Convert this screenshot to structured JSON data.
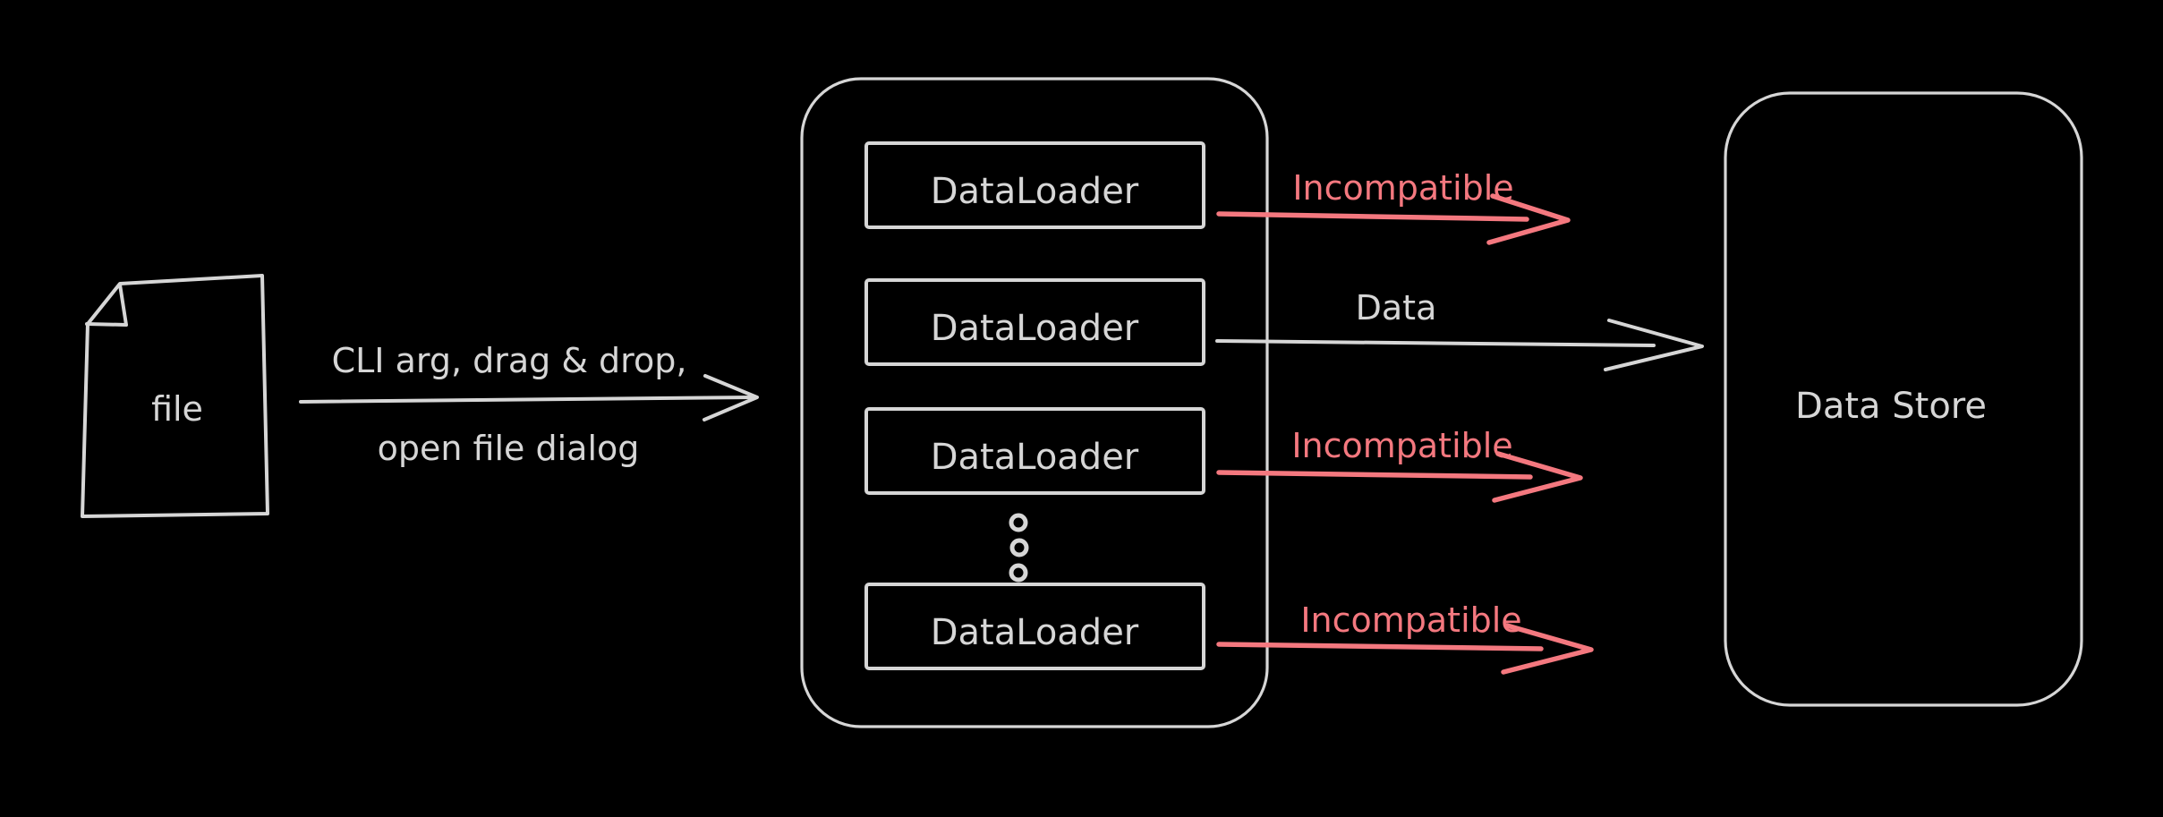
{
  "diagram": {
    "colors": {
      "background": "#000000",
      "stroke": "#d6d6d6",
      "incompatible": "#f4787f"
    },
    "file": {
      "label": "file"
    },
    "input_arrow": {
      "label_line1": "CLI arg, drag & drop,",
      "label_line2": "open file dialog"
    },
    "loader_container": {
      "boxes": [
        {
          "label": "DataLoader"
        },
        {
          "label": "DataLoader"
        },
        {
          "label": "DataLoader"
        },
        {
          "label": "DataLoader"
        }
      ],
      "ellipsis_icon": "vertical-dots"
    },
    "output_arrows": [
      {
        "label": "Incompatible",
        "status": "incompatible",
        "from": "DataLoader",
        "to": ""
      },
      {
        "label": "Data",
        "status": "ok",
        "from": "DataLoader",
        "to": "Data Store"
      },
      {
        "label": "Incompatible",
        "status": "incompatible",
        "from": "DataLoader",
        "to": ""
      },
      {
        "label": "Incompatible",
        "status": "incompatible",
        "from": "DataLoader",
        "to": ""
      }
    ],
    "data_store": {
      "label": "Data Store"
    }
  }
}
